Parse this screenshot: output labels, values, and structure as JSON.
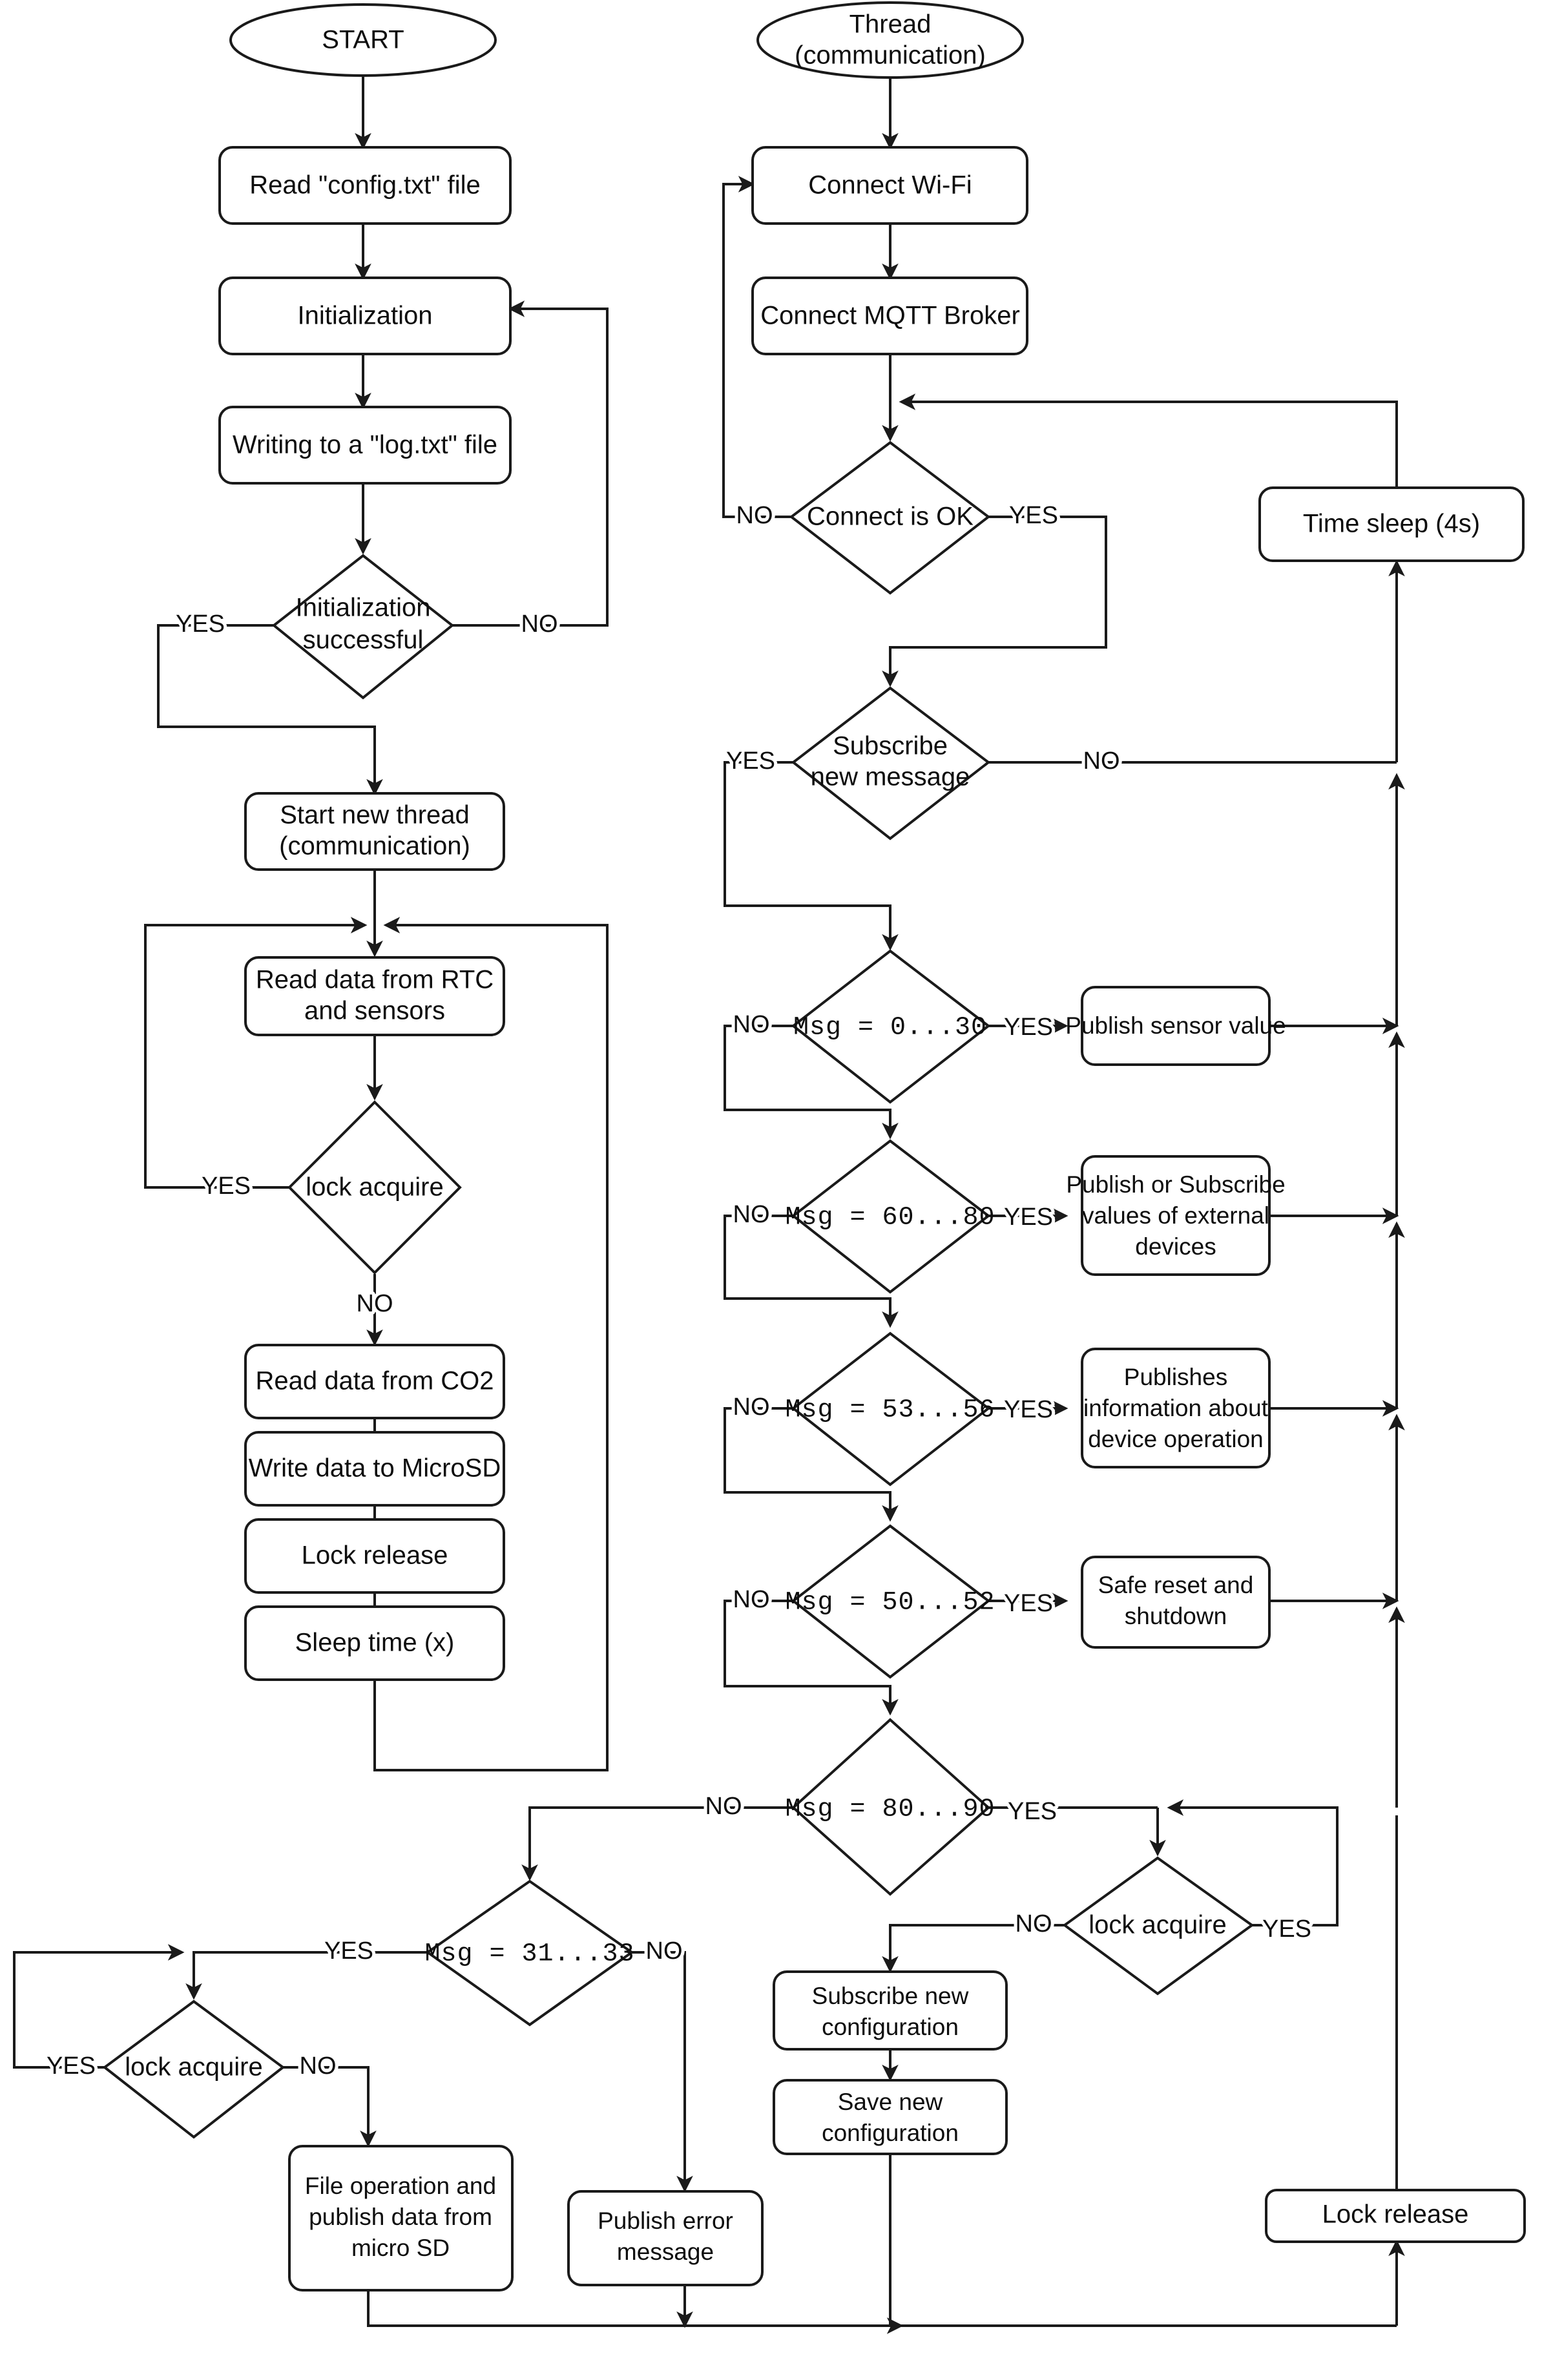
{
  "diagram": {
    "title": "Device firmware main loop and communication thread flowchart",
    "type": "flowchart",
    "colors": {
      "stroke": "#1a1a1a",
      "fill": "#ffffff",
      "text": "#0d0d0d"
    }
  },
  "main_flow": {
    "start": "START",
    "nodes": {
      "read_config": "Read \"config.txt\" file",
      "initialization": "Initialization",
      "write_log": "Writing to a \"log.txt\" file",
      "init_successful": "Initialization\nsuccessful",
      "init_successful_line1": "Initialization",
      "init_successful_line2": "successful",
      "start_thread_line1": "Start new thread",
      "start_thread_line2": "(communication)",
      "read_rtc_line1": "Read data from RTC",
      "read_rtc_line2": "and sensors",
      "lock_acquire": "lock acquire",
      "read_co2": "Read data from CO2",
      "write_microsd": "Write data to MicroSD",
      "lock_release": "Lock release",
      "sleep_time": "Sleep time (x)"
    }
  },
  "thread_flow": {
    "start_line1": "Thread",
    "start_line2": "(communication)",
    "nodes": {
      "connect_wifi": "Connect Wi-Fi",
      "connect_mqtt": "Connect MQTT Broker",
      "connect_is_ok": "Connect is OK",
      "subscribe_new_line1": "Subscribe",
      "subscribe_new_line2": "new  message",
      "time_sleep": "Time sleep (4s)",
      "msg_0_30": "Msg = 0...30",
      "publish_sensor_value": "Publish sensor value",
      "msg_60_80": "Msg = 60...80",
      "publish_subscribe_line1": "Publish or Subscribe",
      "publish_subscribe_line2": "values of external",
      "publish_subscribe_line3": "devices",
      "msg_53_56": "Msg = 53...56",
      "publishes_info_line1": "Publishes",
      "publishes_info_line2": "information about",
      "publishes_info_line3": "device operation",
      "msg_50_52": "Msg = 50...52",
      "safe_reset_line1": "Safe reset and",
      "safe_reset_line2": "shutdown",
      "msg_80_90": "Msg = 80...90",
      "lock_acquire_right": "lock acquire",
      "subscribe_cfg_line1": "Subscribe new",
      "subscribe_cfg_line2": "configuration",
      "save_cfg_line1": "Save new",
      "save_cfg_line2": "configuration",
      "lock_release_right": "Lock release",
      "msg_31_33": "Msg = 31...33",
      "lock_acquire_left": "lock acquire",
      "file_op_line1": "File operation and",
      "file_op_line2": "publish data from",
      "file_op_line3": "micro SD",
      "publish_error_line1": "Publish error",
      "publish_error_line2": "message"
    }
  },
  "edge_labels": {
    "yes": "YES",
    "no": "NO"
  }
}
